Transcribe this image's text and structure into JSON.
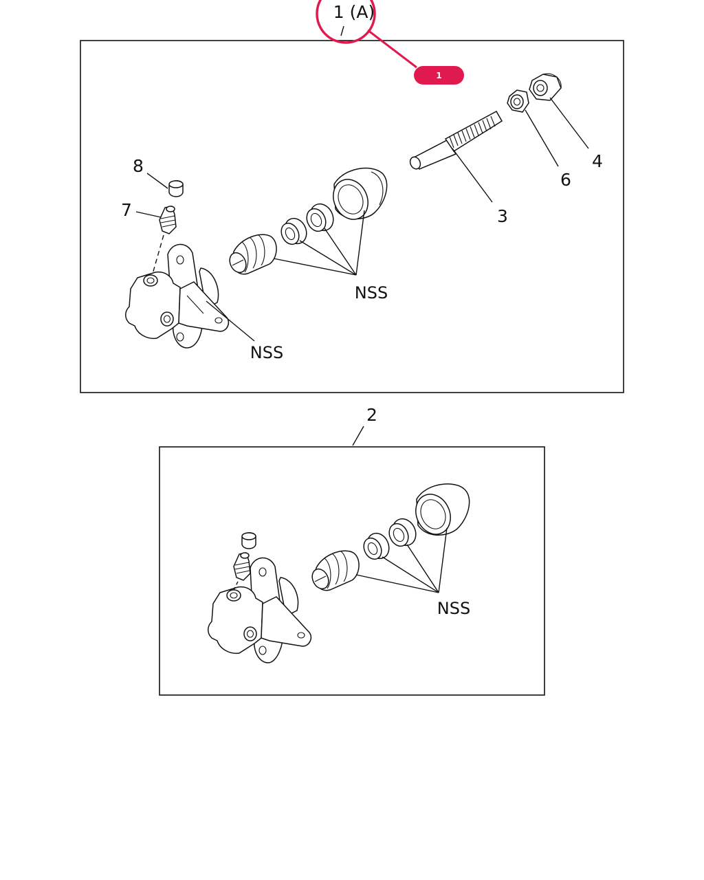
{
  "assembly_a": {
    "callout": "1 (A)",
    "hotspot_badge": "1",
    "labels": {
      "p8": "8",
      "p7": "7",
      "p3": "3",
      "p6": "6",
      "p4": "4"
    },
    "nss_kit": "NSS",
    "nss_body": "NSS"
  },
  "assembly_b": {
    "callout": "2",
    "nss_kit": "NSS"
  },
  "colors": {
    "highlight": "#e0194f",
    "line": "#111111",
    "background": "#ffffff"
  }
}
